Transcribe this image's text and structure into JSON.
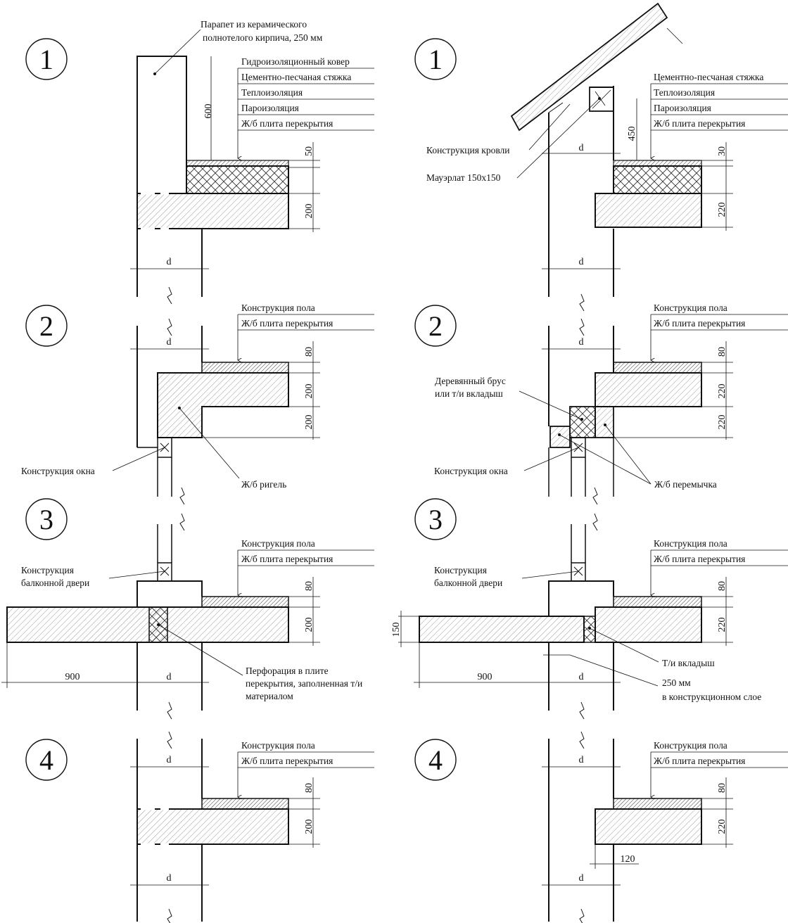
{
  "left_column": {
    "row1": {
      "number": "1",
      "parapet_note": [
        "Парапет из керамического",
        "полнотелого кирпича, 250 мм"
      ],
      "layers": [
        "Гидроизоляционный ковер",
        "Цементно-песчаная стяжка",
        "Теплоизоляция",
        "Пароизоляция",
        "Ж/б плита перекрытия"
      ],
      "dims": {
        "parapet_height": "600",
        "top_layers": "50",
        "slab": "200",
        "wall": "d"
      }
    },
    "row2": {
      "number": "2",
      "labels": [
        "Конструкция пола",
        "Ж/б плита перекрытия"
      ],
      "window_label": "Конструкция окна",
      "beam_label": "Ж/б ригель",
      "dims": {
        "wall": "d",
        "floor": "80",
        "slab": "200",
        "beam": "200"
      }
    },
    "row3": {
      "number": "3",
      "labels": [
        "Конструкция пола",
        "Ж/б плита перекрытия"
      ],
      "door_label": [
        "Конструкция",
        "балконной двери"
      ],
      "perforation_label": [
        "Перфорация в плите",
        "перекрытия, заполненная т/и",
        "материалом"
      ],
      "dims": {
        "floor": "80",
        "slab": "200",
        "cantilever": "900",
        "wall": "d"
      }
    },
    "row4": {
      "number": "4",
      "labels": [
        "Конструкция пола",
        "Ж/б плита перекрытия"
      ],
      "dims": {
        "wall_top": "d",
        "floor": "80",
        "slab": "200",
        "wall_bottom": "d"
      }
    }
  },
  "right_column": {
    "row1": {
      "number": "1",
      "layers": [
        "Цементно-песчаная стяжка",
        "Теплоизоляция",
        "Пароизоляция",
        "Ж/б плита перекрытия"
      ],
      "roof_label": "Конструкция кровли",
      "mauerlat_label": "Мауэрлат 150x150",
      "dims": {
        "height": "450",
        "top_layers": "30",
        "slab": "220",
        "wall_top": "d",
        "wall_bottom": "d"
      }
    },
    "row2": {
      "number": "2",
      "labels": [
        "Конструкция пола",
        "Ж/б плита перекрытия"
      ],
      "timber_label": [
        "Деревянный брус",
        "или т/и вкладыш"
      ],
      "window_label": "Конструкция окна",
      "lintel_label": "Ж/б перемычка",
      "dims": {
        "wall": "d",
        "floor": "80",
        "slab": "220",
        "lintel": "220"
      }
    },
    "row3": {
      "number": "3",
      "labels": [
        "Конструкция пола",
        "Ж/б плита перекрытия"
      ],
      "door_label": [
        "Конструкция",
        "балконной двери"
      ],
      "insert_label": "Т/и вкладыш",
      "structural_label": [
        "250 мм",
        "в конструкционном слое"
      ],
      "dims": {
        "balcony": "150",
        "floor": "80",
        "slab": "220",
        "cantilever": "900",
        "wall": "d"
      }
    },
    "row4": {
      "number": "4",
      "labels": [
        "Конструкция пола",
        "Ж/б плита перекрытия"
      ],
      "dims": {
        "wall_top": "d",
        "floor": "80",
        "slab": "220",
        "bearing": "120",
        "wall_bottom": "d"
      }
    }
  }
}
